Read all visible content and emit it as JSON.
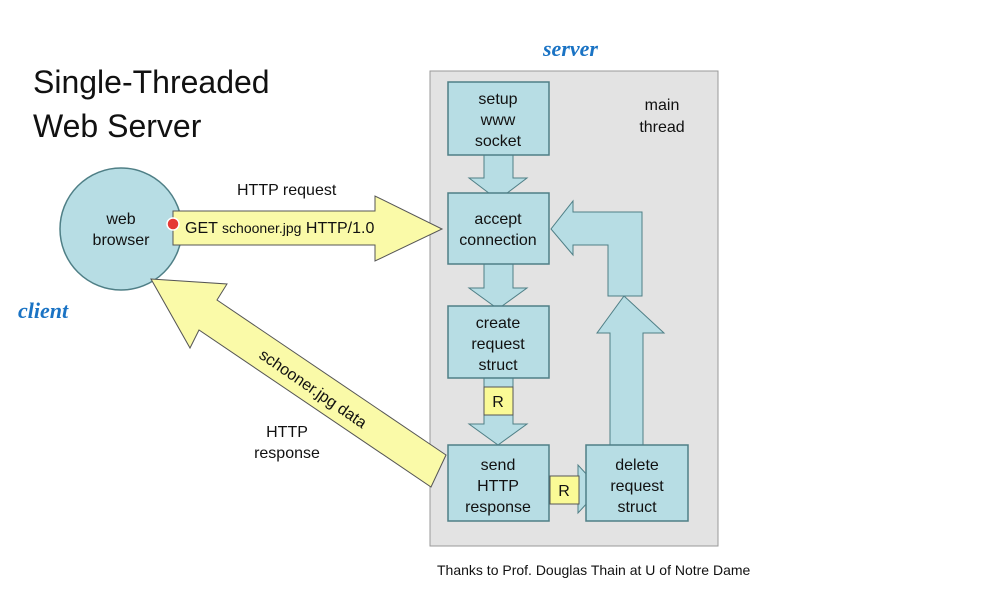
{
  "title": {
    "line1": "Single-Threaded",
    "line2": "Web Server"
  },
  "labels": {
    "server": "server",
    "client": "client",
    "main_thread_1": "main",
    "main_thread_2": "thread",
    "http_request": "HTTP request",
    "http_response_1": "HTTP",
    "http_response_2": "response",
    "credit": "Thanks to Prof. Douglas Thain at U of Notre Dame"
  },
  "browser": {
    "line1": "web",
    "line2": "browser"
  },
  "request_arrow": {
    "prefix": "GET ",
    "file": "schooner.jpg",
    "suffix": " HTTP/1.0"
  },
  "response_arrow": {
    "text": "schooner.jpg data"
  },
  "boxes": {
    "setup": [
      "setup",
      "www",
      "socket"
    ],
    "accept": [
      "accept",
      "connection"
    ],
    "create": [
      "create",
      "request",
      "struct"
    ],
    "send": [
      "send",
      "HTTP",
      "response"
    ],
    "delete": [
      "delete",
      "request",
      "struct"
    ]
  },
  "tokens": {
    "r1": "R",
    "r2": "R"
  },
  "colors": {
    "box_fill": "#b7dde4",
    "box_stroke": "#4f7f86",
    "panel_fill": "#e3e3e3",
    "browser_fill": "#b7dde4",
    "arrow_yellow": "#fafaa8",
    "token_fill": "#fafa96",
    "accent_blue": "#1a73c4",
    "cursor_red": "#e53935"
  }
}
